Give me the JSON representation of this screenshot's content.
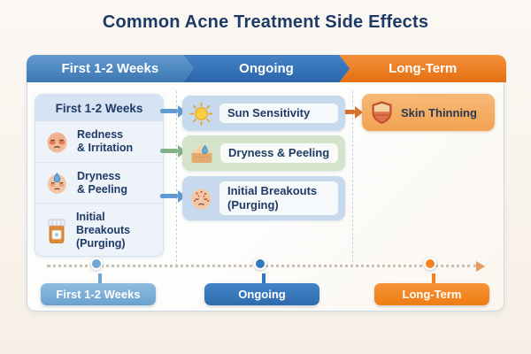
{
  "title": "Common Acne Treatment Side Effects",
  "header_phases": [
    {
      "label": "First 1-2 Weeks",
      "color": "#4b86c2"
    },
    {
      "label": "Ongoing",
      "color": "#2e6cb0"
    },
    {
      "label": "Long-Term",
      "color": "#ee7d15"
    }
  ],
  "early_card": {
    "header": "First 1-2 Weeks",
    "items": [
      {
        "icon": "flushed-face-icon",
        "label": "Redness\n& Irritation"
      },
      {
        "icon": "droplet-face-icon",
        "label": "Dryness\n& Peeling"
      },
      {
        "icon": "pill-bottle-icon",
        "label": "Initial\nBreakouts\n(Purging)"
      }
    ]
  },
  "ongoing_rows": [
    {
      "icon": "sun-icon",
      "label": "Sun Sensitivity",
      "bg": "#c7d9ec"
    },
    {
      "icon": "peeling-skin-icon",
      "label": "Dryness & Peeling",
      "bg": "#d3e4cb"
    },
    {
      "icon": "breakout-face-icon",
      "label": "Initial Breakouts\n(Purging)",
      "bg": "#c7d9ec"
    }
  ],
  "long_term_item": {
    "icon": "shield-icon",
    "label": "Skin Thinning",
    "bg": "#f4a95c"
  },
  "timeline": {
    "milestones": [
      {
        "label": "First 1-2 Weeks",
        "color": "#6fa6d6"
      },
      {
        "label": "Ongoing",
        "color": "#3377bd"
      },
      {
        "label": "Long-Term",
        "color": "#f5821f"
      }
    ]
  },
  "connectors": {
    "early_to_ongoing": [
      "#5f9bd0",
      "#82b389",
      "#5f9bd0"
    ],
    "ongoing_to_longterm": "#dc7028"
  },
  "colors": {
    "title_text": "#1e3a66",
    "background": "#f8f2ea",
    "board": "#fdfdfc"
  }
}
